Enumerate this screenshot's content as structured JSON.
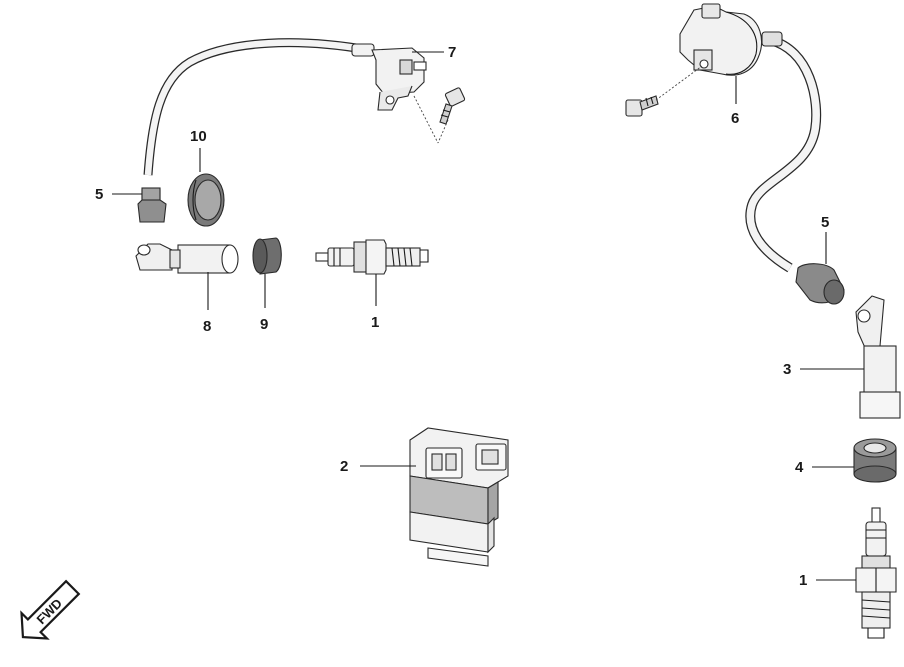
{
  "callouts": {
    "c7": "7",
    "c10": "10",
    "c5_left": "5",
    "c8": "8",
    "c9": "9",
    "c1_left": "1",
    "c6": "6",
    "c5_right": "5",
    "c3": "3",
    "c4": "4",
    "c2": "2",
    "c1_right": "1"
  },
  "badge": {
    "fwd": "FWD"
  },
  "colors": {
    "ink": "#1a1a1a",
    "part_fill": "#f2f2f2",
    "shade": "#bdbdbd",
    "dark_shade": "#8a8a8a"
  }
}
